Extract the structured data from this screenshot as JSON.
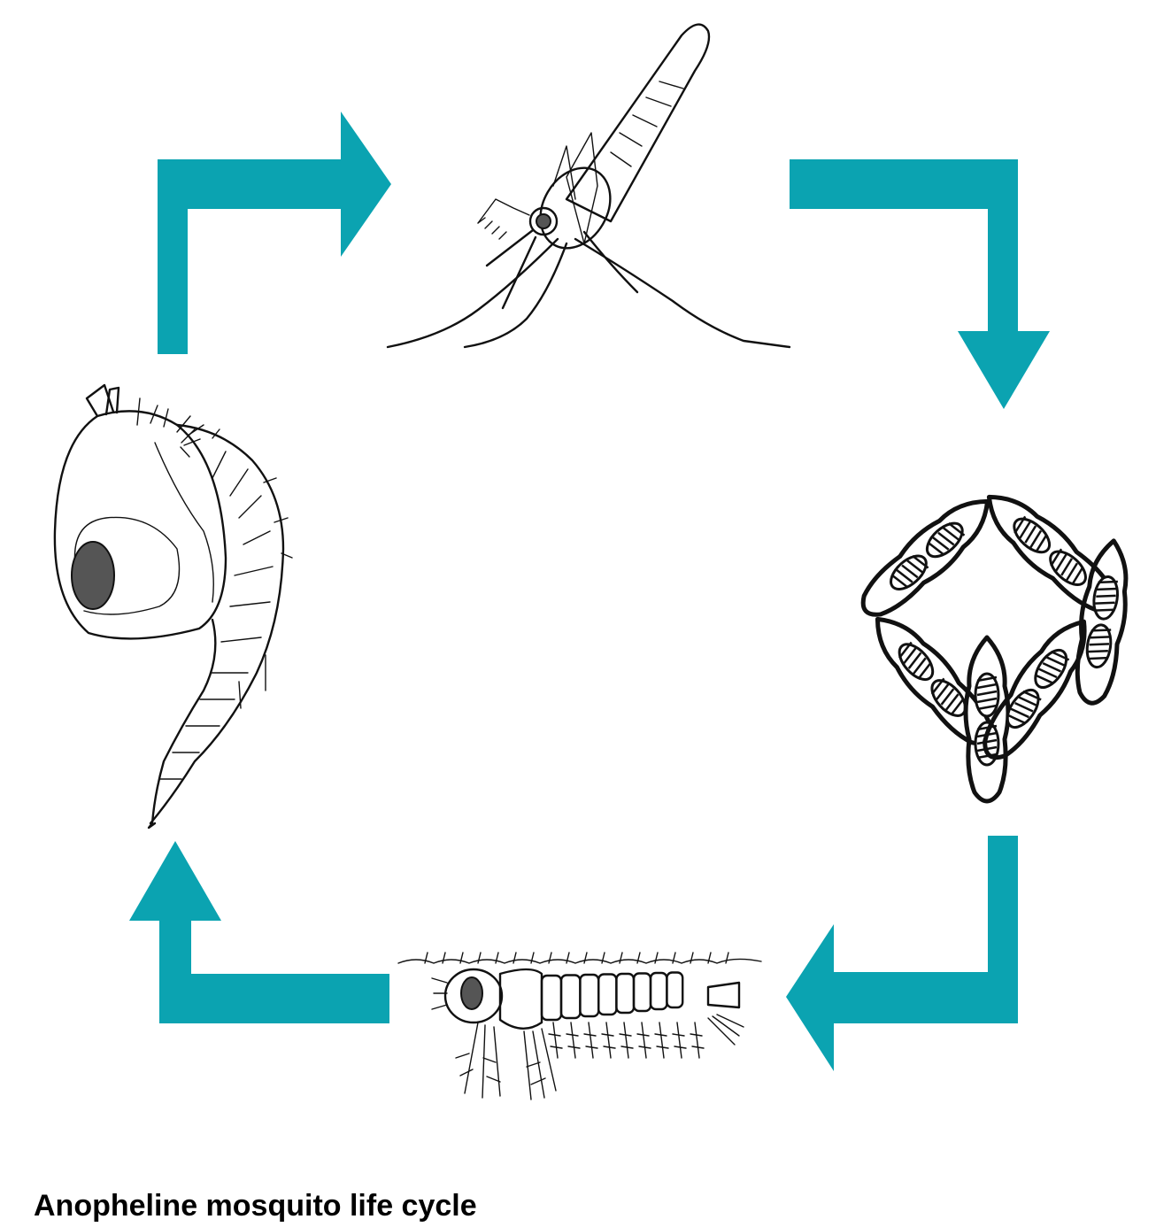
{
  "caption": "Anopheline mosquito life cycle",
  "colors": {
    "arrow": "#0ba3b1",
    "ink": "#111111",
    "background": "#ffffff"
  },
  "stages": [
    {
      "id": "adult",
      "icon": "adult-mosquito-icon"
    },
    {
      "id": "eggs",
      "icon": "eggs-icon"
    },
    {
      "id": "larva",
      "icon": "larva-icon"
    },
    {
      "id": "pupa",
      "icon": "pupa-icon"
    }
  ]
}
